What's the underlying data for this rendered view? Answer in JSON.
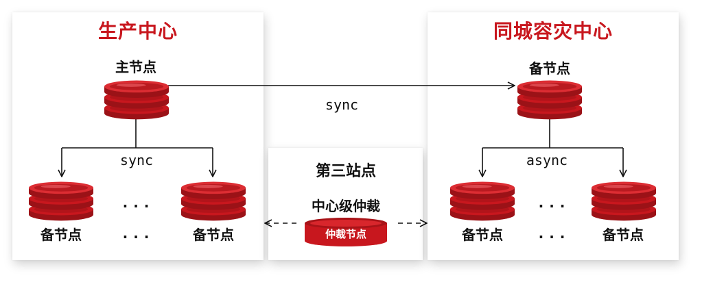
{
  "production": {
    "title": "生产中心",
    "primary_label": "主节点",
    "standby_label_left": "备节点",
    "standby_label_right": "备节点",
    "sync_label": "sync"
  },
  "disaster_recovery": {
    "title": "同城容灾中心",
    "standby_top_label": "备节点",
    "standby_label_left": "备节点",
    "standby_label_right": "备节点",
    "async_label": "async"
  },
  "cross_site_sync_label": "sync",
  "third_site": {
    "title": "第三站点",
    "subtitle": "中心级仲裁",
    "arbiter_label": "仲裁节点"
  },
  "ellipsis": "...",
  "colors": {
    "accent": "#c8171e",
    "db_dark": "#8f1015",
    "db_light": "#e2434a"
  }
}
